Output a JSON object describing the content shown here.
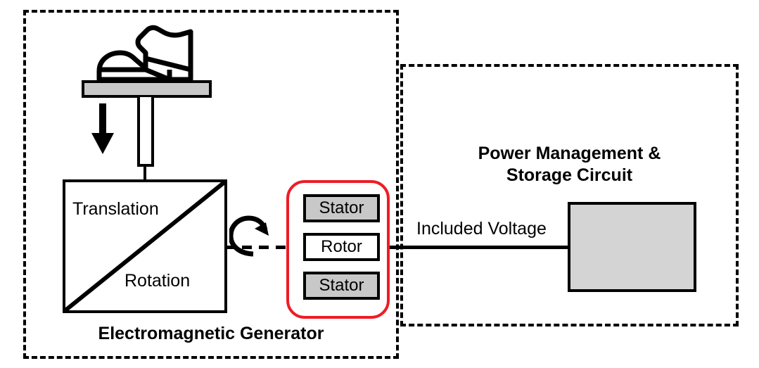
{
  "diagram": {
    "title_not_shown": "",
    "generator": {
      "caption": "Electromagnetic Generator",
      "conversion": {
        "top_label": "Translation",
        "bottom_label": "Rotation"
      },
      "stack": {
        "layers": [
          {
            "label": "Stator",
            "fill": "#c8c8c8"
          },
          {
            "label": "Rotor",
            "fill": "#ffffff"
          },
          {
            "label": "Stator",
            "fill": "#c8c8c8"
          }
        ],
        "highlight_color": "#ee1c25"
      },
      "icons": {
        "shoe": "shoe-icon",
        "down_arrow": "down-arrow-icon",
        "rotation_curl": "rotation-arrow-icon"
      },
      "plate_fill": "#c8c8c8"
    },
    "connection": {
      "label": "Included Voltage"
    },
    "power_management": {
      "title_line1": "Power Management &",
      "title_line2": "Storage Circuit",
      "block_fill": "#d4d4d4"
    },
    "colors": {
      "stroke": "#000000",
      "gray_fill": "#c8c8c8",
      "block_gray": "#d4d4d4",
      "red_highlight": "#ee1c25",
      "background": "#ffffff"
    }
  }
}
